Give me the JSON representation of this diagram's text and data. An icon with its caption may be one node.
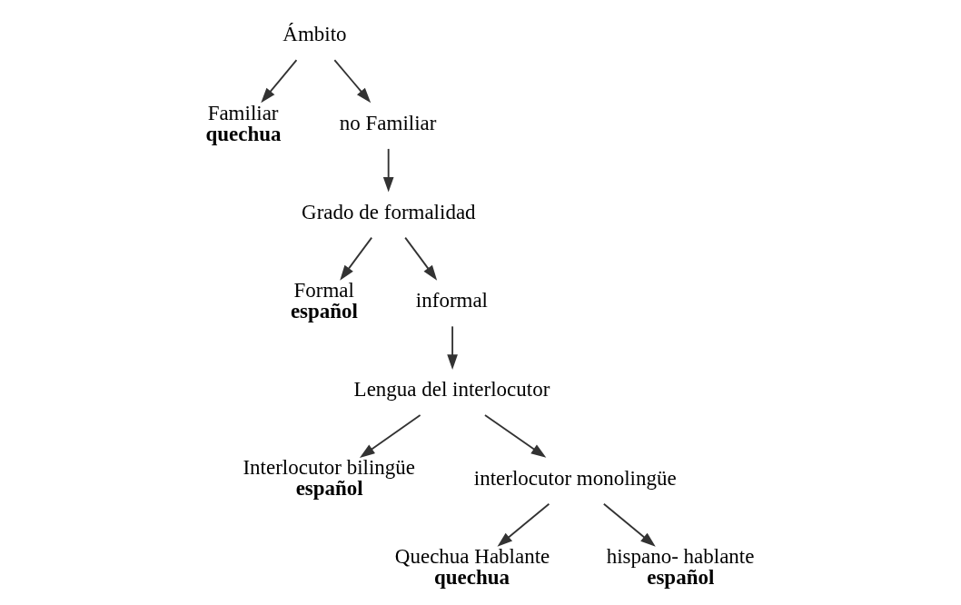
{
  "diagram": {
    "nodes": [
      {
        "text": [
          "Ámbito"
        ]
      },
      {
        "text": [
          "Familiar",
          "quechua"
        ]
      },
      {
        "text": [
          "no Familiar"
        ]
      },
      {
        "text": [
          "Grado de formalidad"
        ]
      },
      {
        "text": [
          "Formal",
          "español"
        ]
      },
      {
        "text": [
          "informal"
        ]
      },
      {
        "text": [
          "Lengua del interlocutor"
        ]
      },
      {
        "text": [
          "Interlocutor bilingüe",
          "español"
        ]
      },
      {
        "text": [
          "interlocutor monolingüe"
        ]
      },
      {
        "text": [
          "Quechua Hablante",
          "quechua"
        ]
      },
      {
        "text": [
          "hispano- hablante",
          "español"
        ]
      }
    ],
    "edges": [
      {
        "from": 0,
        "to": 1,
        "arrow": "to"
      },
      {
        "from": 0,
        "to": 2,
        "arrow": "to"
      },
      {
        "from": 2,
        "to": 3,
        "arrow": "to"
      },
      {
        "from": 3,
        "to": 4,
        "arrow": "to"
      },
      {
        "from": 3,
        "to": 5,
        "arrow": "to"
      },
      {
        "from": 5,
        "to": 6,
        "arrow": "to"
      },
      {
        "from": 6,
        "to": 7,
        "arrow": "to"
      },
      {
        "from": 6,
        "to": 8,
        "arrow": "to"
      },
      {
        "from": 8,
        "to": 9,
        "arrow": "to"
      },
      {
        "from": 8,
        "to": 10,
        "arrow": "to"
      }
    ]
  }
}
